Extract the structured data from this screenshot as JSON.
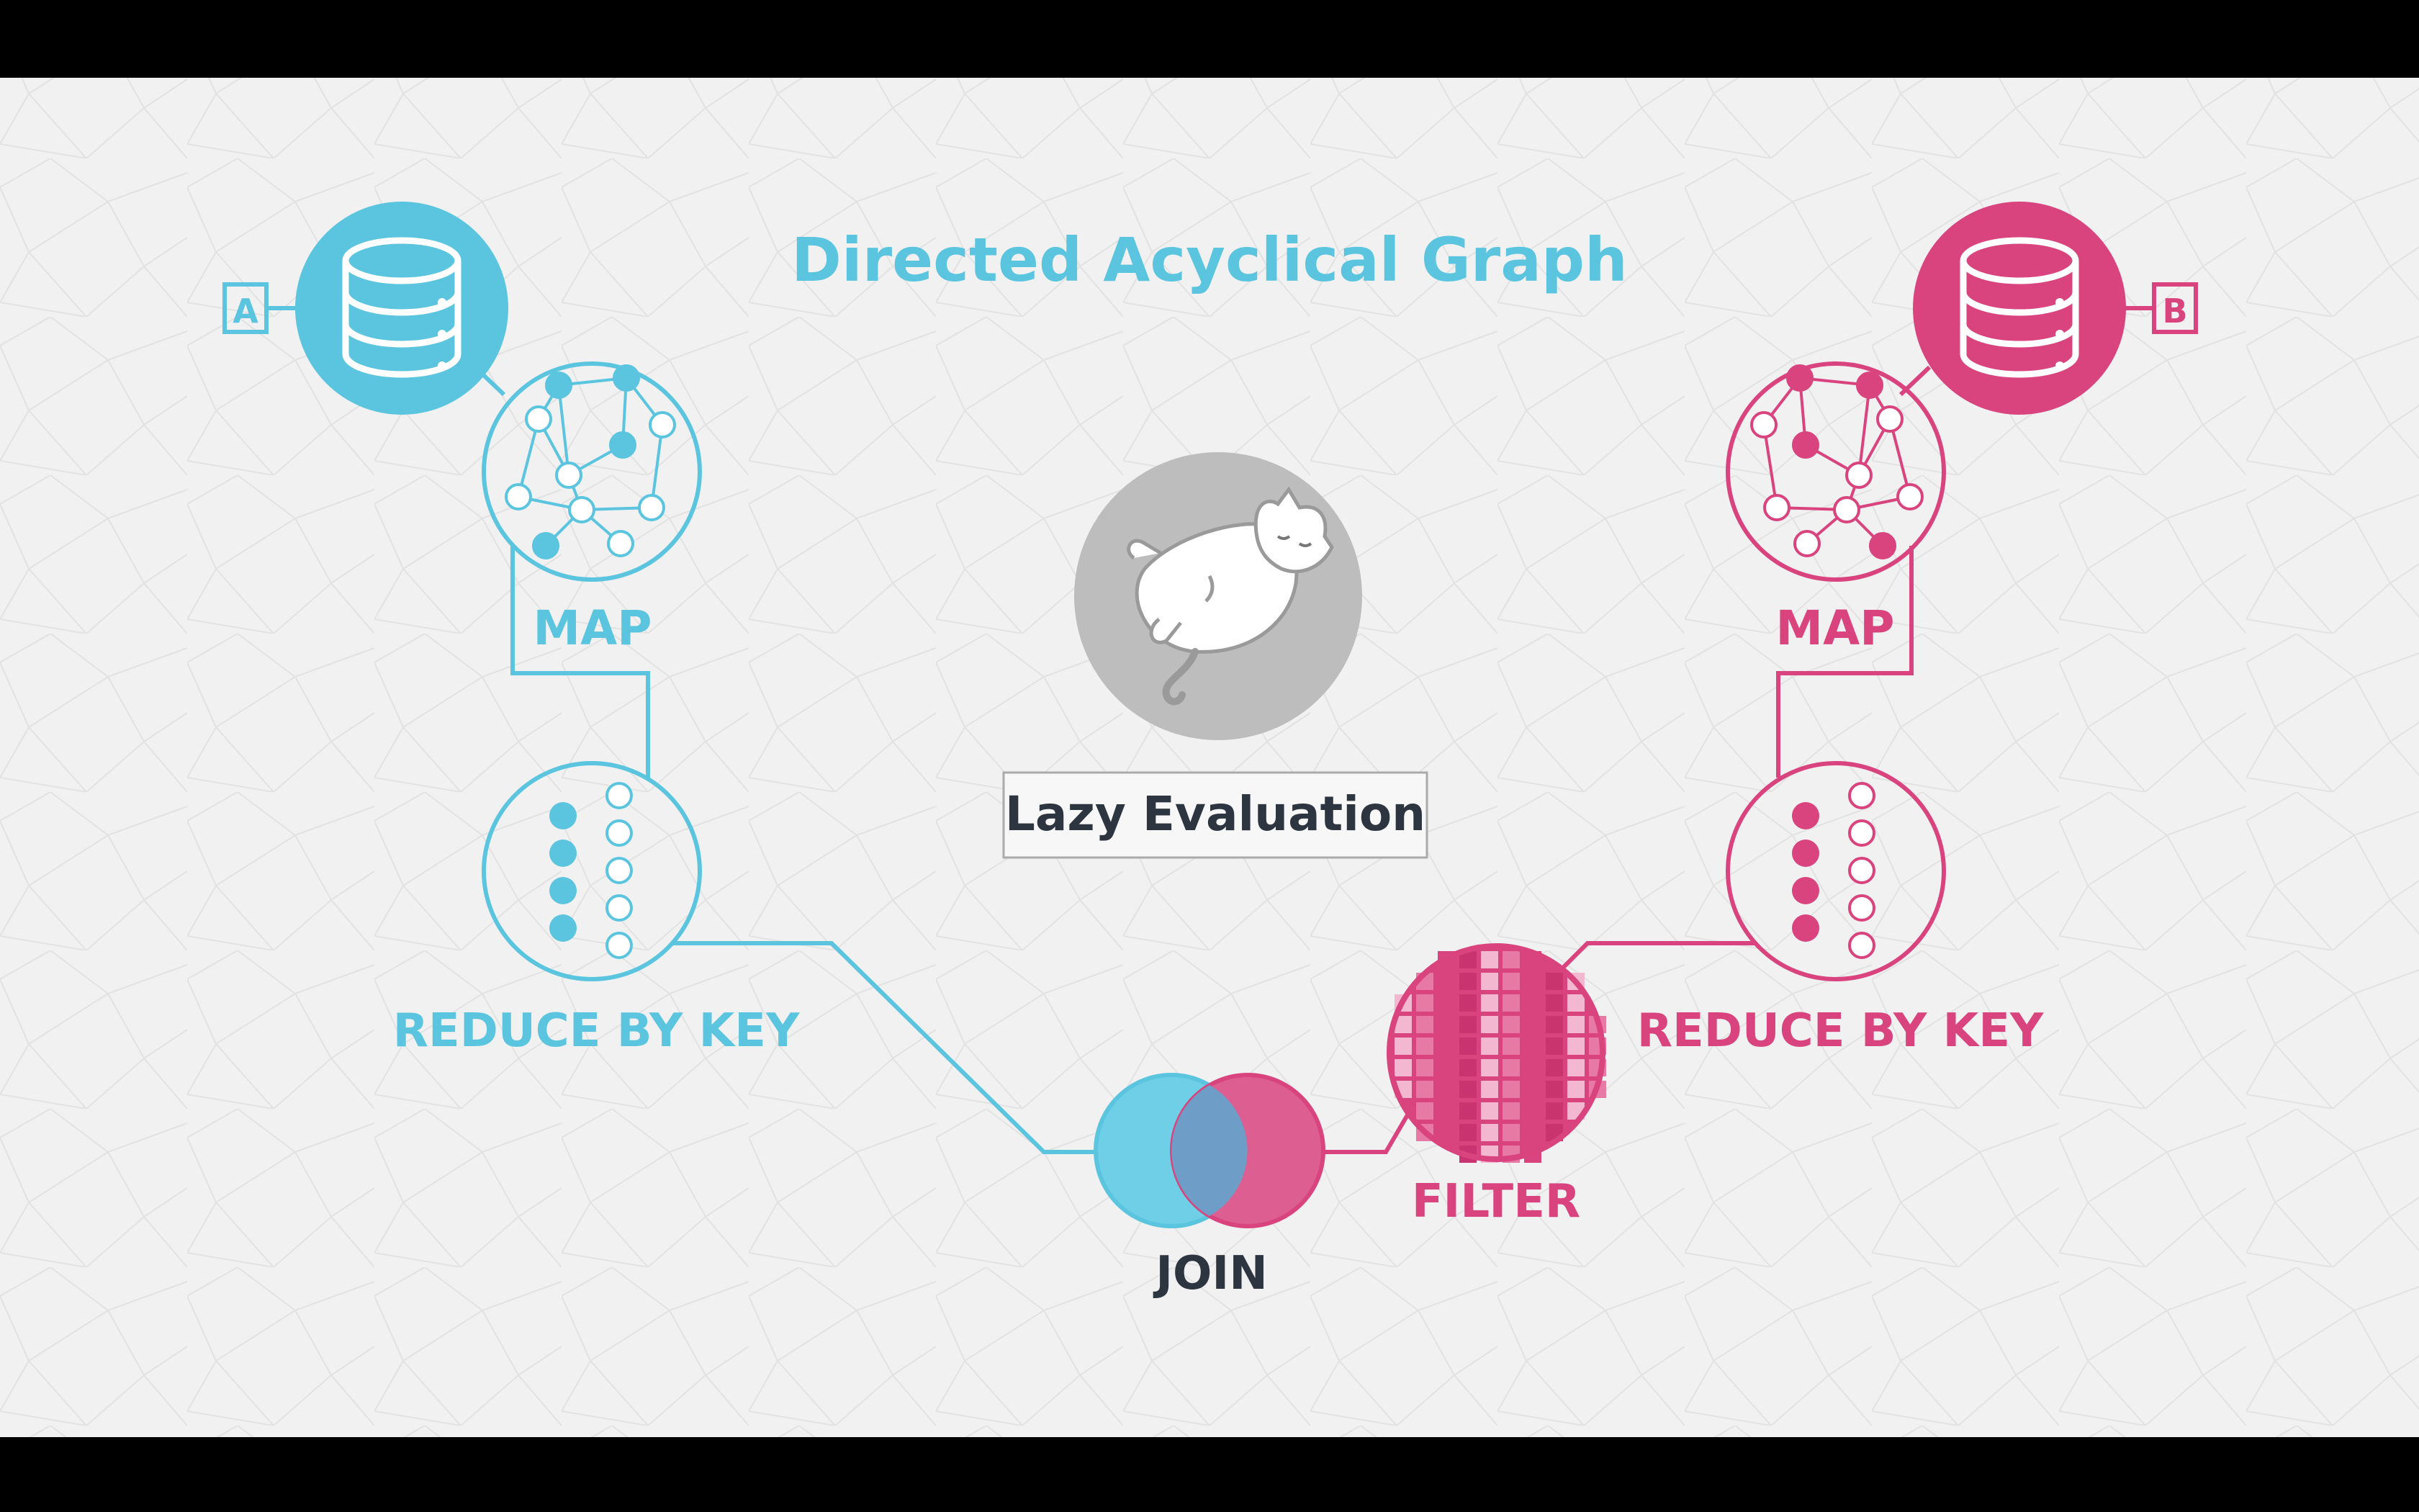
{
  "title": "Directed Acyclical Graph",
  "center_label": "Lazy Evaluation",
  "colors": {
    "cyan": "#5bc5df",
    "pink": "#d9447f",
    "dark_text": "#2d3540",
    "background": "#efefef",
    "overlap": "#6e9ec7",
    "cat_circle": "#bdbdbd"
  },
  "left_branch": {
    "source_tag": "A",
    "source_icon": "database-icon",
    "map_label": "MAP",
    "map_icon": "network-graph-icon",
    "reduce_label": "REDUCE BY KEY",
    "reduce_icon": "dots-columns-icon"
  },
  "right_branch": {
    "source_tag": "B",
    "source_icon": "database-icon",
    "map_label": "MAP",
    "map_icon": "network-graph-icon",
    "reduce_label": "REDUCE BY KEY",
    "reduce_icon": "dots-columns-icon",
    "filter_label": "FILTER",
    "filter_icon": "grid-filter-icon"
  },
  "join": {
    "label": "JOIN",
    "icon": "venn-diagram-icon"
  },
  "lazy_icon": "sleeping-cat-icon"
}
